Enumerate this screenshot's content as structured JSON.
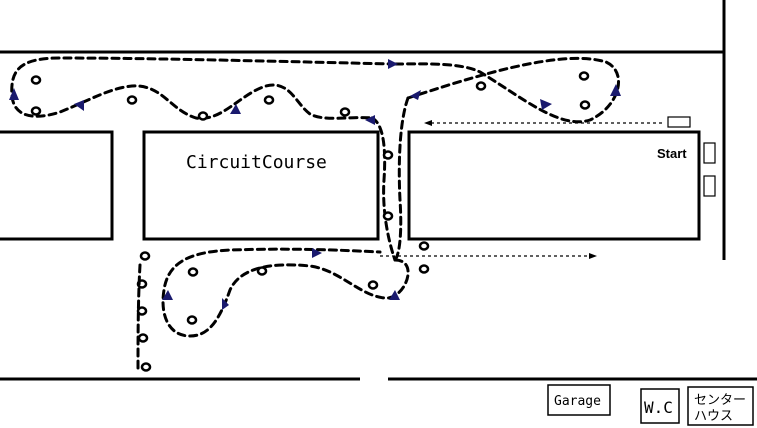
{
  "course": {
    "title": "CircuitCourse",
    "start_label": "Start"
  },
  "facilities": {
    "garage": "Garage",
    "wc": "W.C",
    "center_house_line1": "センター",
    "center_house_line2": "ハウス"
  },
  "colors": {
    "line": "#000000",
    "arrow": "#1a1a6e",
    "background": "#ffffff"
  },
  "icons": {
    "cone": "cone-marker-icon",
    "direction": "direction-arrow-icon"
  }
}
